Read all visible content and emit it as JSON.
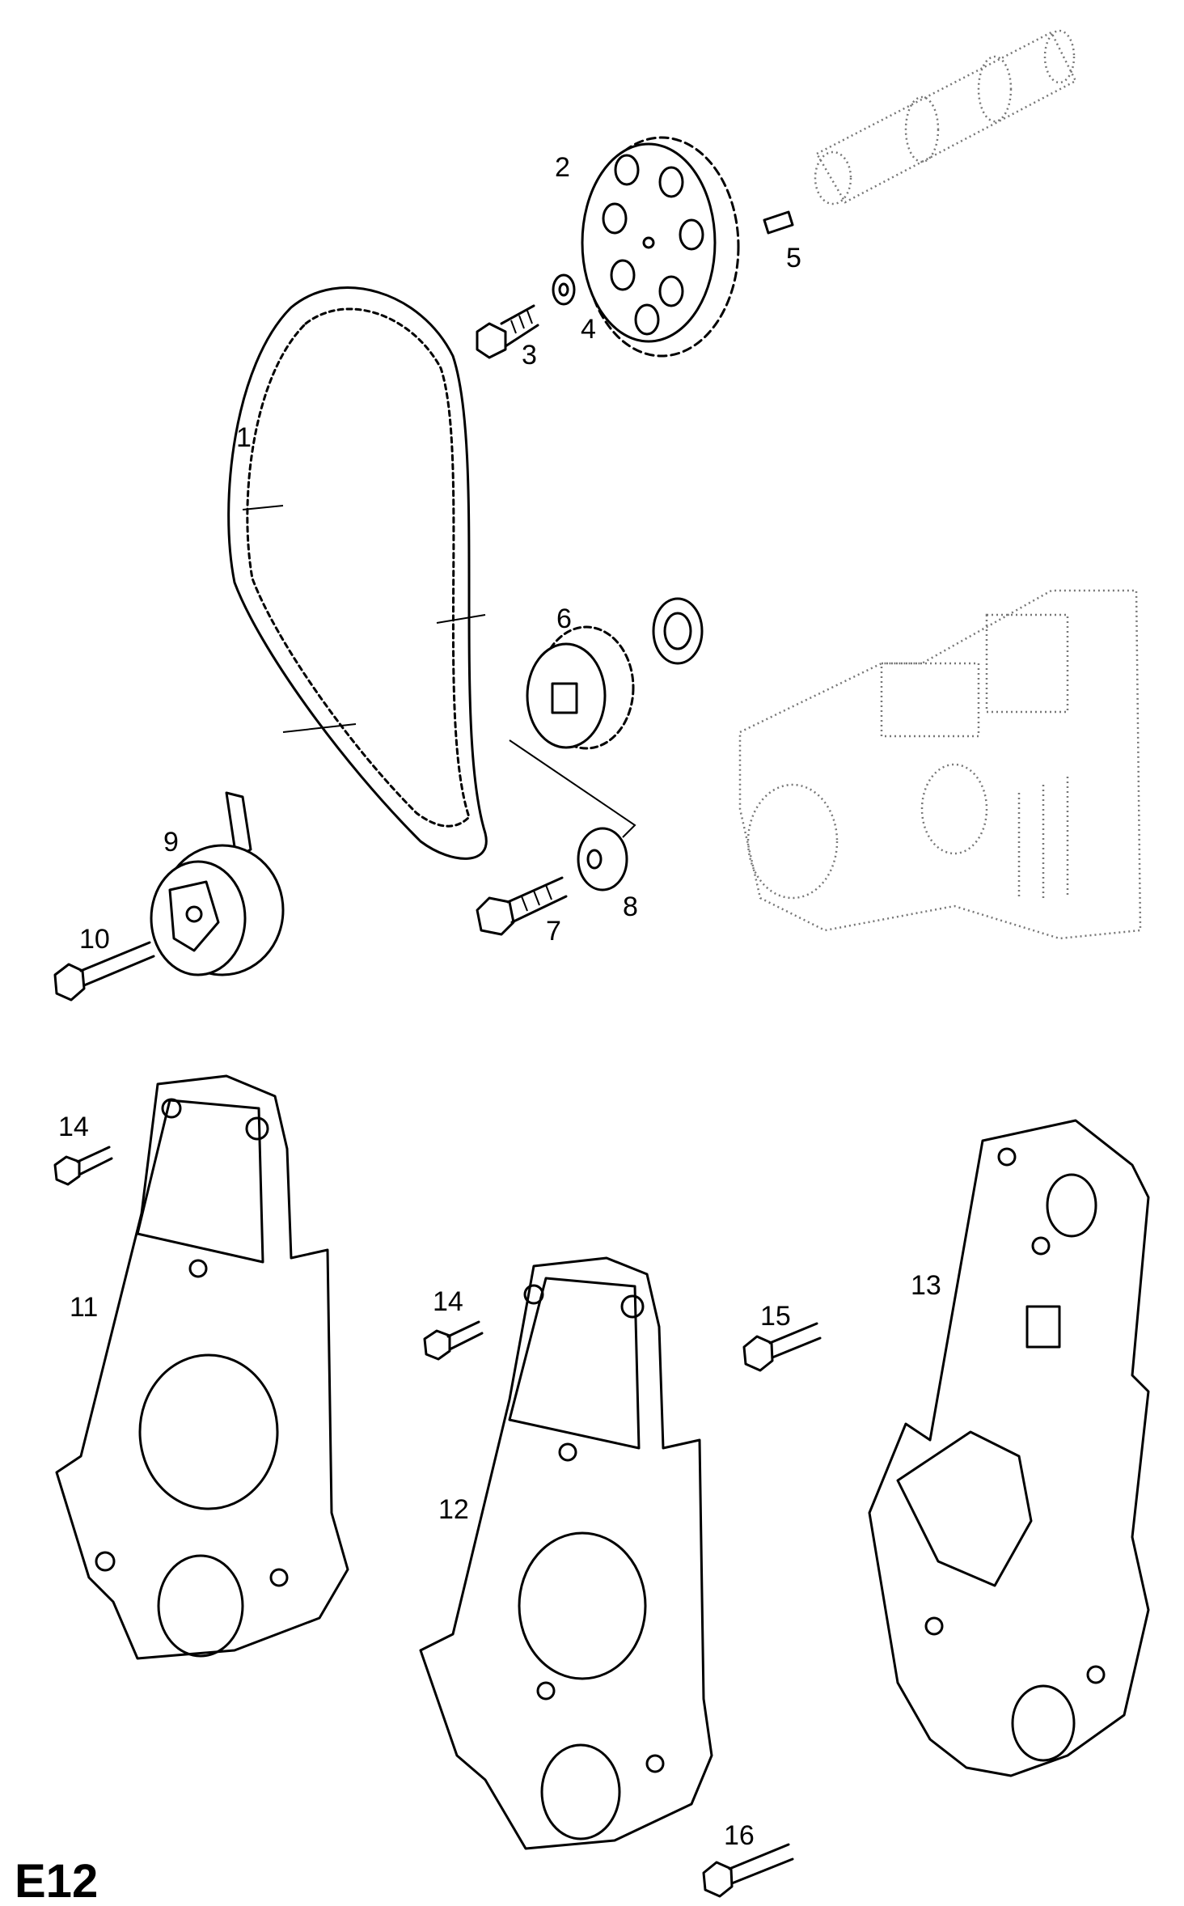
{
  "diagram_code": "E12",
  "callouts": {
    "c1": "1",
    "c2": "2",
    "c3": "3",
    "c4": "4",
    "c5": "5",
    "c6": "6",
    "c7": "7",
    "c8": "8",
    "c9": "9",
    "c10": "10",
    "c11": "11",
    "c12": "12",
    "c13": "13",
    "c14a": "14",
    "c14b": "14",
    "c15": "15",
    "c16": "16"
  }
}
